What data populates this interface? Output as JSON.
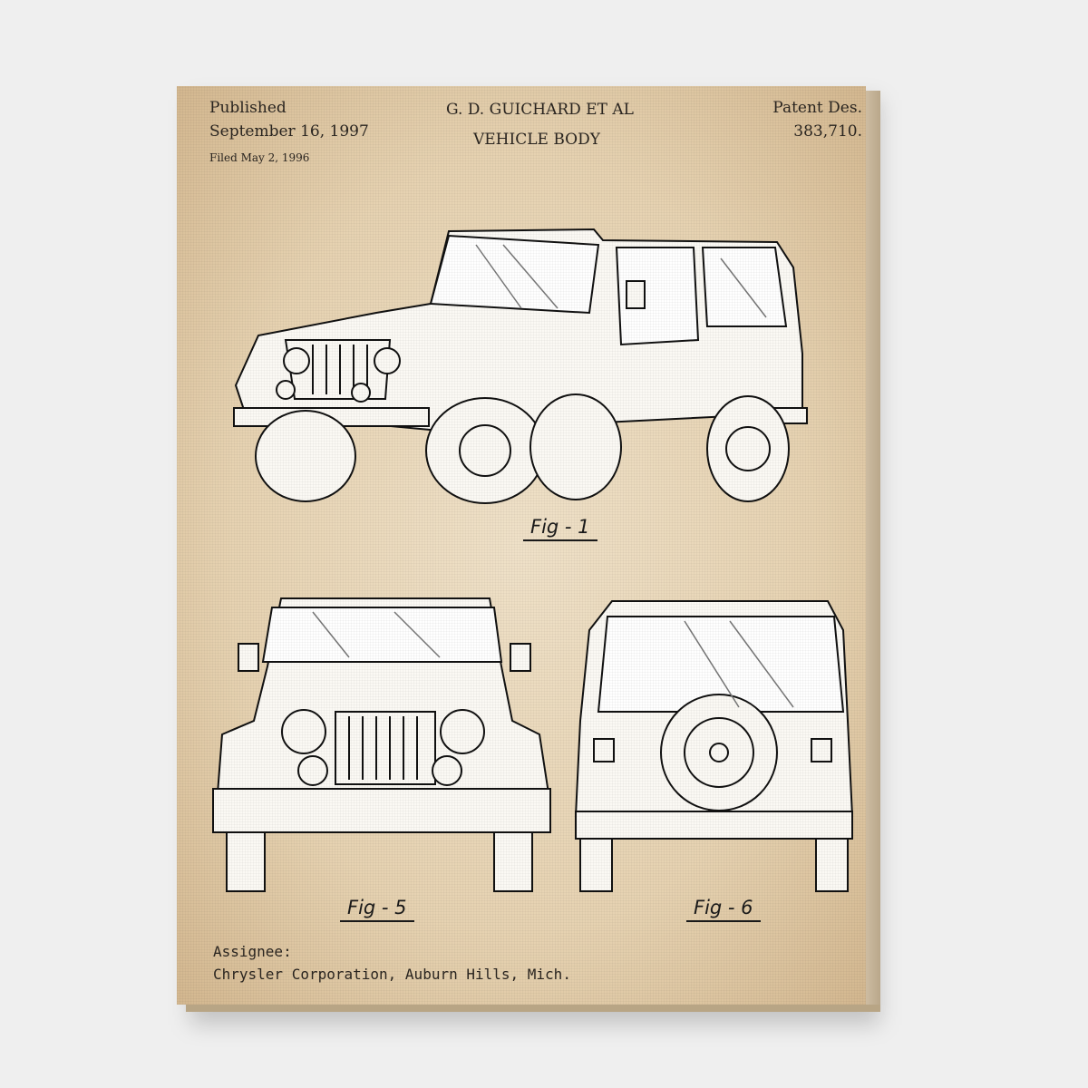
{
  "header": {
    "published_label": "Published",
    "published_date": "September 16, 1997",
    "filed": "Filed May 2, 1996",
    "inventor": "G. D. GUICHARD ET AL",
    "title": "VEHICLE BODY",
    "patent_label": "Patent Des.",
    "patent_number": "383,710."
  },
  "figures": {
    "fig1": "Fig - 1",
    "fig5": "Fig - 5",
    "fig6": "Fig - 6"
  },
  "footer": {
    "assignee_label": "Assignee:",
    "assignee": "Chrysler Corporation, Auburn Hills, Mich."
  }
}
